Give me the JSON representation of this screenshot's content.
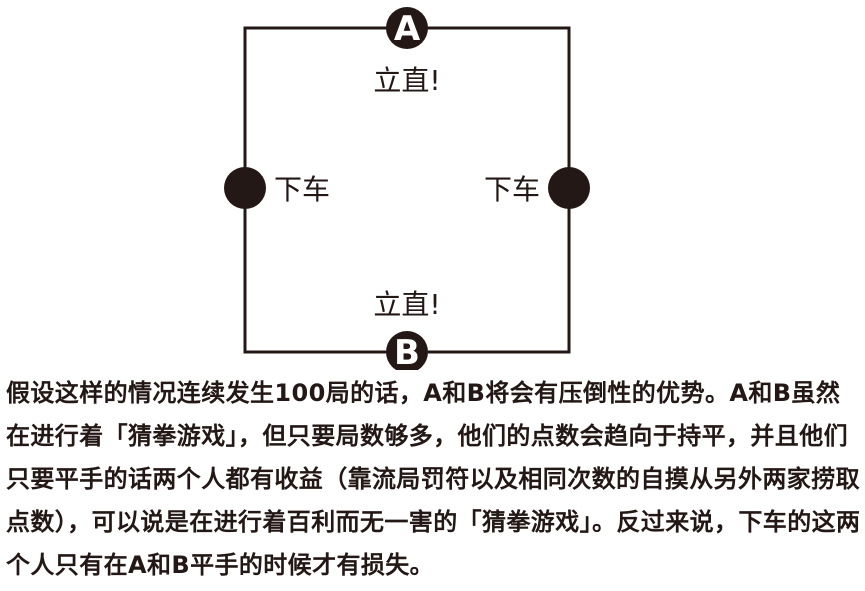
{
  "diagram": {
    "node_a": "A",
    "node_b": "B",
    "top_label": "立直!",
    "bottom_label": "立直!",
    "left_label": "下车",
    "right_label": "下车",
    "line_color": "#231815",
    "node_color": "#231815"
  },
  "caption": {
    "text": "假设这样的情况连续发生100局的话，A和B将会有压倒性的优势。A和B虽然在进行着「猜拳游戏」，但只要局数够多，他们的点数会趋向于持平，并且他们只要平手的话两个人都有收益（靠流局罚符以及相同次数的自摸从另外两家捞取点数），可以说是在进行着百利而无一害的「猜拳游戏」。反过来说，下车的这两个人只有在A和B平手的时候才有损失。"
  }
}
